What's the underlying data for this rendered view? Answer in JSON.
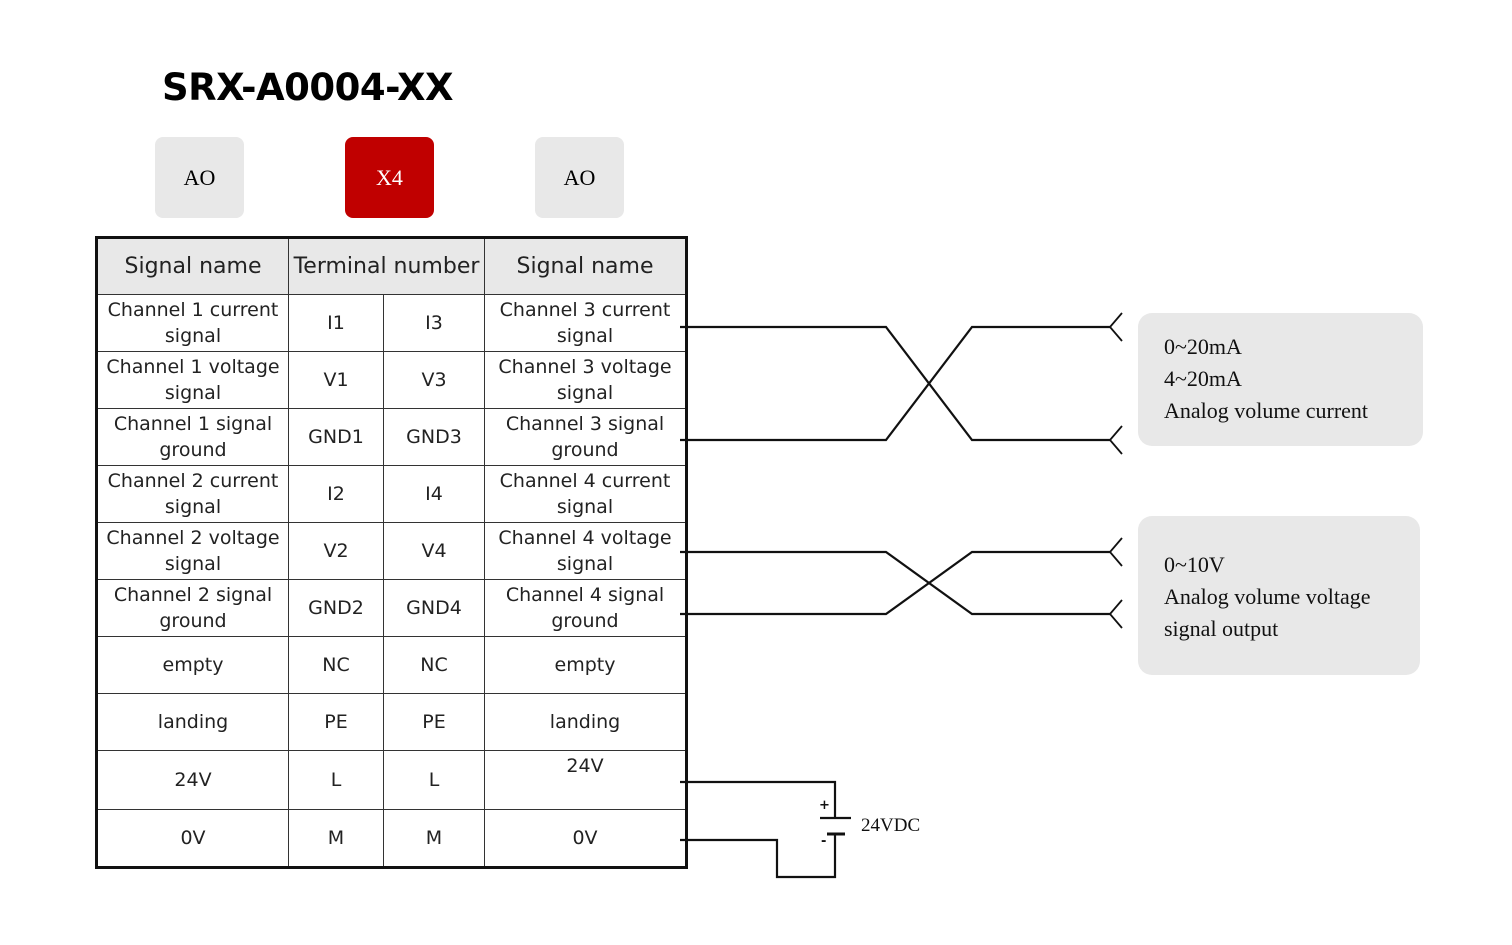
{
  "title": "SRX-A0004-XX",
  "chips": [
    {
      "label": "AO",
      "color": "#e8e8e8"
    },
    {
      "label": "X4",
      "color": "#c00000"
    },
    {
      "label": "AO",
      "color": "#e8e8e8"
    }
  ],
  "table": {
    "headers": {
      "left_signal": "Signal name",
      "terminal": "Terminal number",
      "right_signal": "Signal name"
    },
    "rows": [
      {
        "left": "Channel 1 current signal",
        "t1": "I1",
        "t2": "I3",
        "right": "Channel 3 current signal"
      },
      {
        "left": "Channel 1 voltage signal",
        "t1": "V1",
        "t2": "V3",
        "right": "Channel 3 voltage signal"
      },
      {
        "left": "Channel 1 signal ground",
        "t1": "GND1",
        "t2": "GND3",
        "right": "Channel 3 signal ground"
      },
      {
        "left": "Channel 2 current signal",
        "t1": "I2",
        "t2": "I4",
        "right": "Channel 4 current signal"
      },
      {
        "left": "Channel 2 voltage signal",
        "t1": "V2",
        "t2": "V4",
        "right": "Channel 4 voltage signal"
      },
      {
        "left": "Channel 2 signal ground",
        "t1": "GND2",
        "t2": "GND4",
        "right": "Channel 4 signal ground"
      },
      {
        "left": "empty",
        "t1": "NC",
        "t2": "NC",
        "right": "empty"
      },
      {
        "left": "landing",
        "t1": "PE",
        "t2": "PE",
        "right": "landing"
      },
      {
        "left": "24V",
        "t1": "L",
        "t2": "L",
        "right": "24V"
      },
      {
        "left": "0V",
        "t1": "M",
        "t2": "M",
        "right": "0V"
      }
    ]
  },
  "notes": {
    "current": {
      "lines": [
        "0~20mA",
        "4~20mA",
        "Analog volume current"
      ]
    },
    "voltage": {
      "lines": [
        "0~10V",
        "Analog volume voltage",
        "signal output"
      ]
    }
  },
  "power": {
    "label": "24VDC",
    "plus": "+",
    "minus": "-"
  },
  "colors": {
    "accent": "#c00000",
    "panel": "#e8e8e8",
    "line": "#111111"
  }
}
